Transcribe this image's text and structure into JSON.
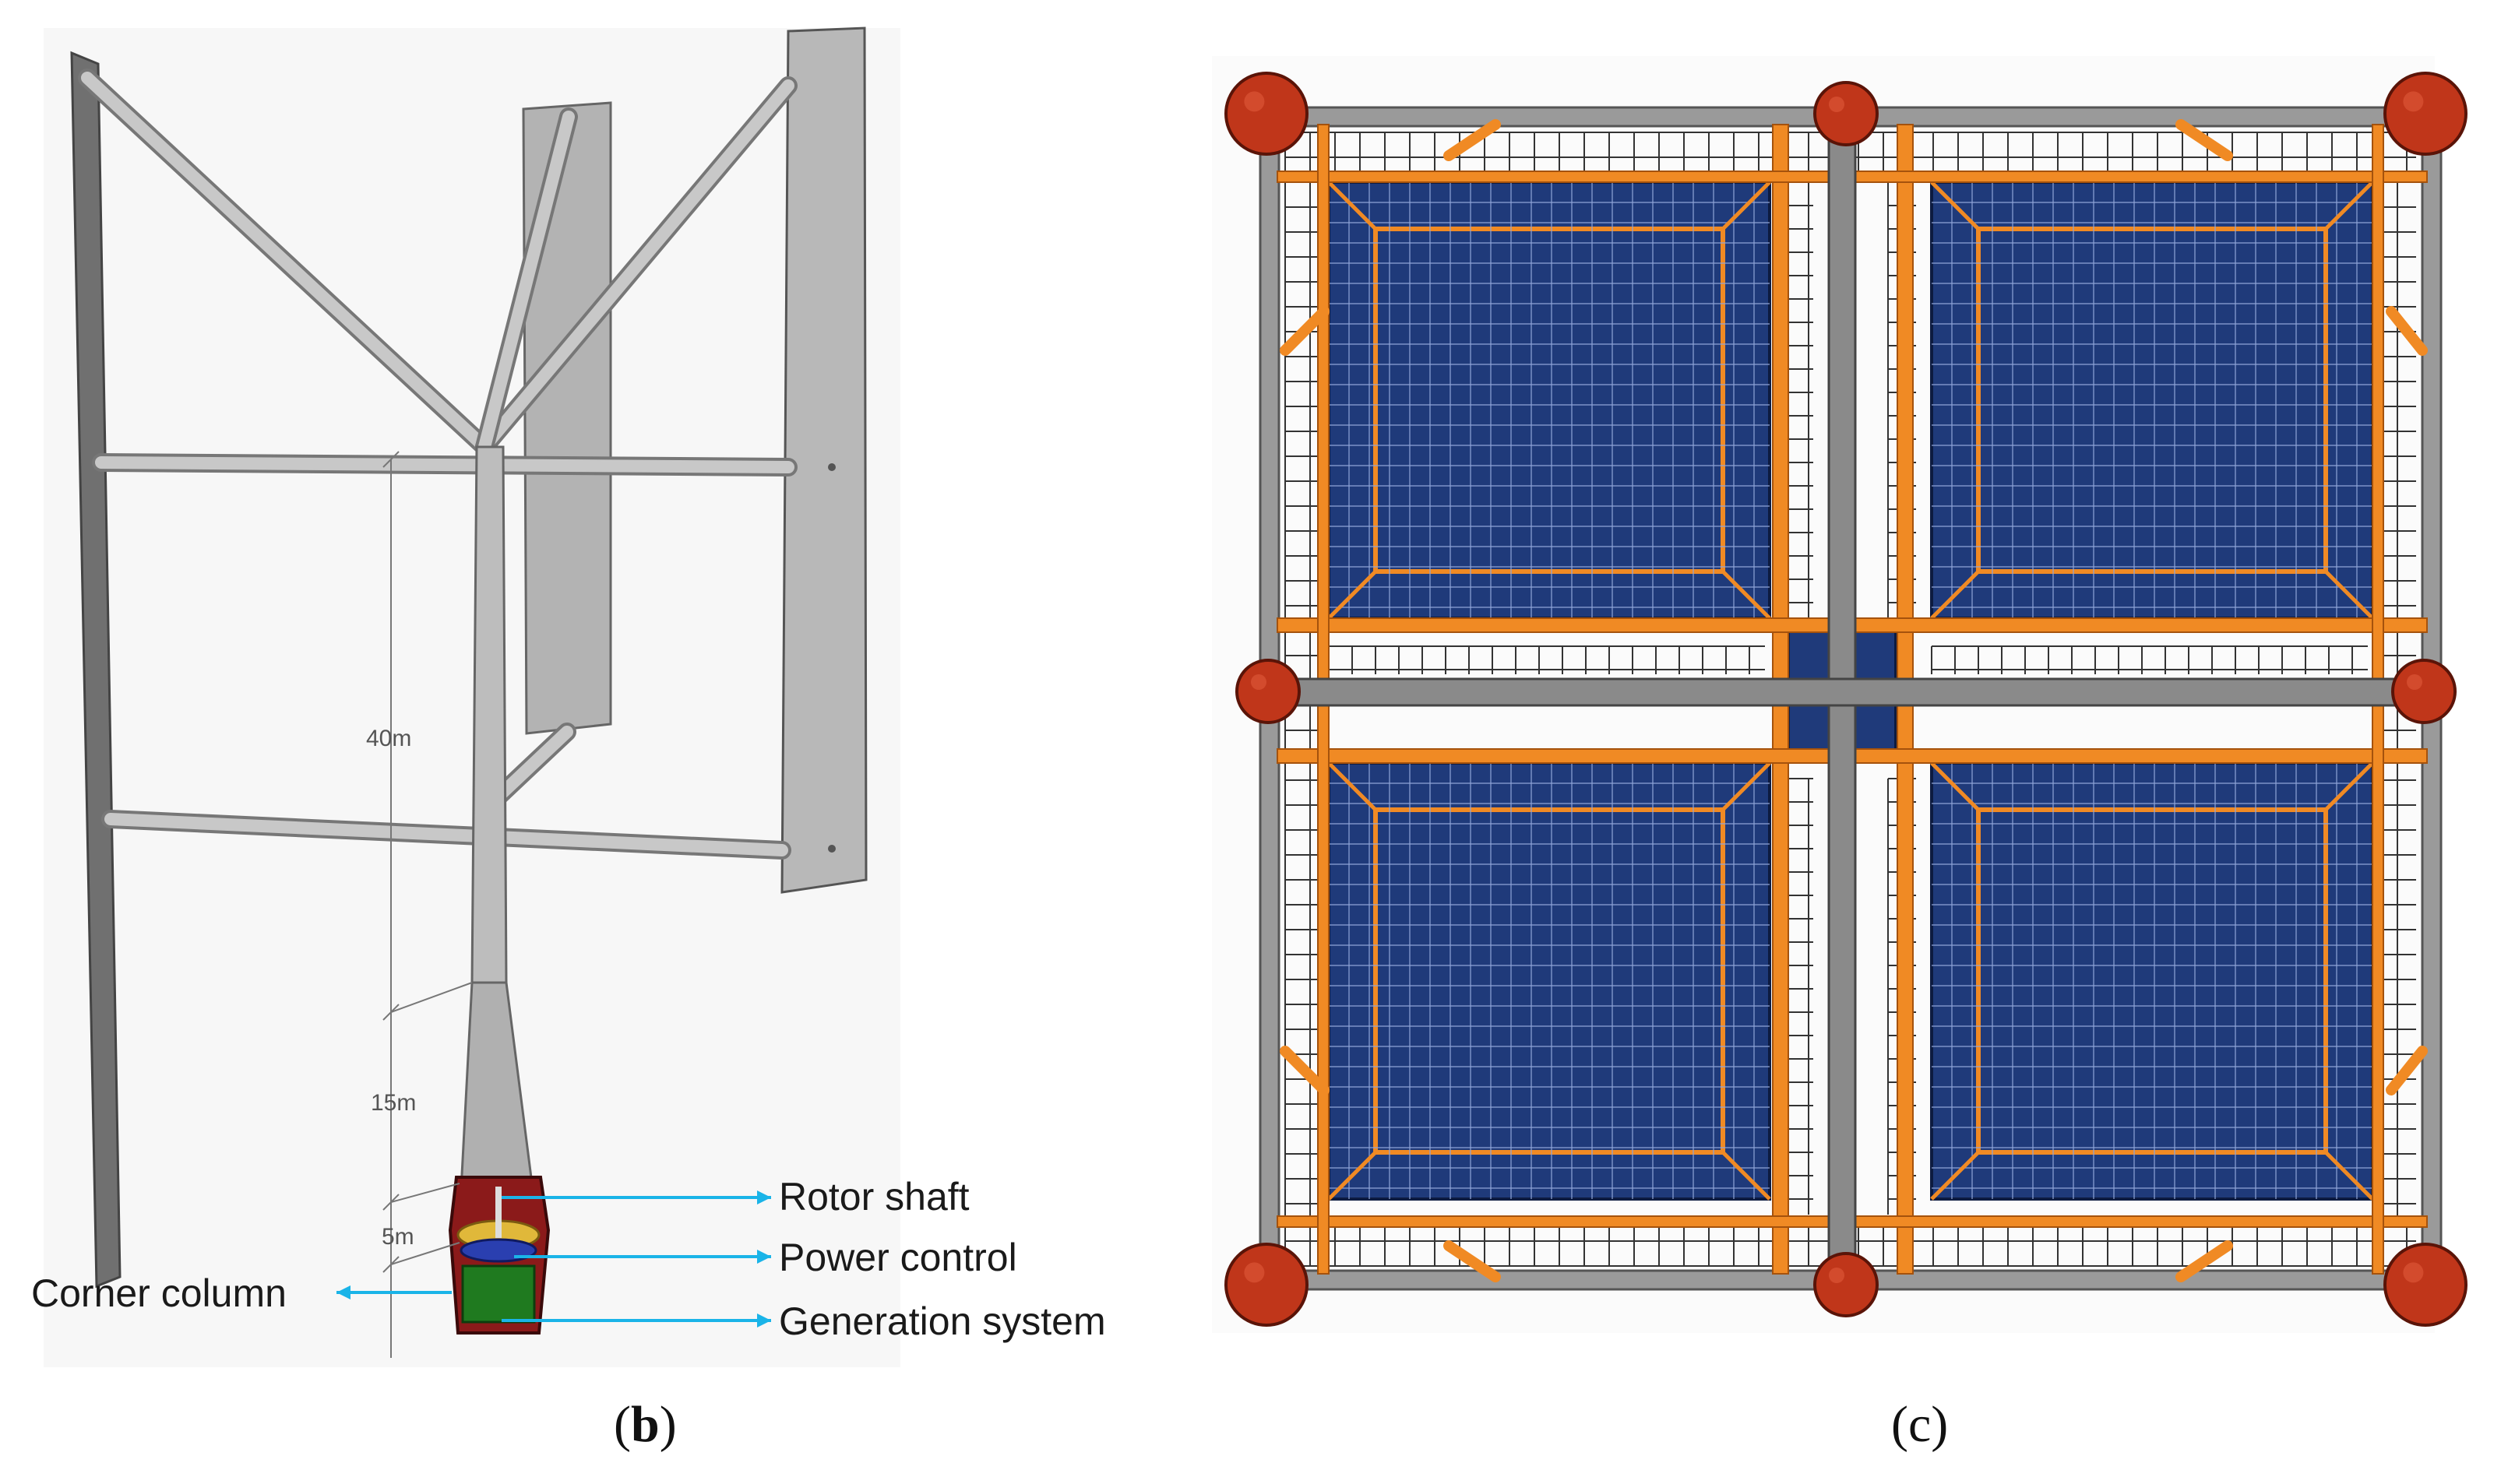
{
  "panel_b": {
    "dimensions": {
      "upper": "40m",
      "middle": "15m",
      "lower": "5m"
    },
    "callouts": {
      "rotor_shaft": "Rotor shaft",
      "power_control": "Power control",
      "generation_system": "Generation system",
      "corner_column": "Corner column"
    },
    "caption_open": "(",
    "caption_letter": "b",
    "caption_close": ")"
  },
  "panel_c": {
    "caption": "(c)"
  },
  "colors": {
    "callout_arrow": "#1ab4e8",
    "blade_gray": "#b8b8b8",
    "panel_blue": "#1f3a7a",
    "frame_orange": "#f08a24",
    "float_red": "#c0361a",
    "truss_gray": "#8a8a8a"
  }
}
